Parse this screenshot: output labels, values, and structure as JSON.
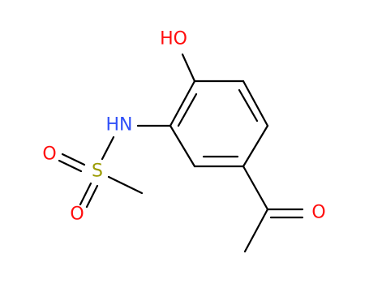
{
  "molecule": {
    "labels": {
      "hydroxyl": "HO",
      "amine": "HN",
      "sulfur": "S",
      "sulfonyl_oxygen_top": "O",
      "sulfonyl_oxygen_bottom": "O",
      "carbonyl_oxygen": "O"
    },
    "colors": {
      "bond": "#000000",
      "oxygen": "#ff0d0d",
      "nitrogen": "#3050f8",
      "sulfur": "#9b9b00",
      "background": "#ffffff"
    }
  }
}
